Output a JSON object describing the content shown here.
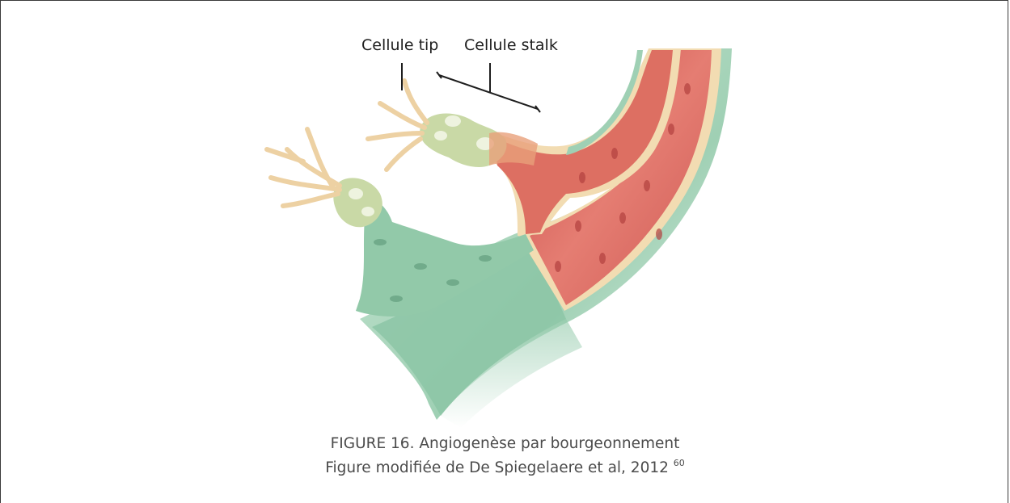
{
  "figure": {
    "labels": {
      "tip": "Cellule tip",
      "stalk": "Cellule stalk"
    },
    "caption": {
      "line1": "FIGURE 16. Angiogenèse par bourgeonnement",
      "line2": "Figure modifiée de De Spiegelaere et al, 2012",
      "ref": "60"
    },
    "colors": {
      "vessel_green": "#a9d6bd",
      "vessel_green_dark": "#7fbf9d",
      "lumen_red": "#d9615a",
      "wall_cream": "#f2dcb2",
      "tip_cell": "#c9d9a6",
      "filopodia": "#edd1a3"
    }
  }
}
